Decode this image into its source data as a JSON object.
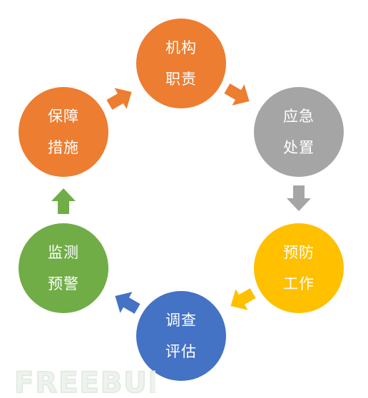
{
  "diagram": {
    "nodes": [
      {
        "id": "jigou",
        "line1": "机构",
        "line2": "职责",
        "color": "#ED7D31"
      },
      {
        "id": "yingji",
        "line1": "应急",
        "line2": "处置",
        "color": "#A5A5A5"
      },
      {
        "id": "yufang",
        "line1": "预防",
        "line2": "工作",
        "color": "#FFC000"
      },
      {
        "id": "diaocha",
        "line1": "调查",
        "line2": "评估",
        "color": "#4472C4"
      },
      {
        "id": "jiance",
        "line1": "监测",
        "line2": "预警",
        "color": "#70AD47"
      },
      {
        "id": "baozhang",
        "line1": "保障",
        "line2": "措施",
        "color": "#ED7D31"
      }
    ],
    "arrows": [
      {
        "from": "jigou",
        "to": "yingji",
        "color": "#ED7D31"
      },
      {
        "from": "yingji",
        "to": "yufang",
        "color": "#A5A5A5"
      },
      {
        "from": "yufang",
        "to": "diaocha",
        "color": "#FFC000"
      },
      {
        "from": "diaocha",
        "to": "jiance",
        "color": "#4472C4"
      },
      {
        "from": "jiance",
        "to": "baozhang",
        "color": "#70AD47"
      },
      {
        "from": "baozhang",
        "to": "jigou",
        "color": "#ED7D31"
      }
    ]
  },
  "watermark": {
    "text": "FREEBUF",
    "color": "#E3EBE3"
  }
}
